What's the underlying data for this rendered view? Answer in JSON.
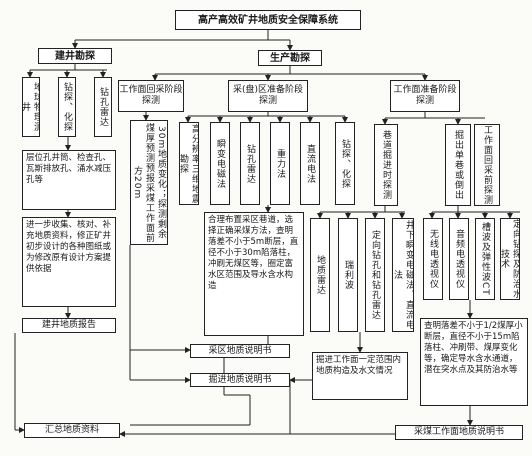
{
  "title": "高产高效矿井地质安全保障系统",
  "branches": {
    "construction": "建井勘探",
    "production": "生产勘探"
  },
  "construction_methods": [
    "地球物理测井",
    "钻探、化探",
    "钻孔雷达"
  ],
  "construction_note1": "层位孔井筒、检查孔、瓦斯排放孔、涌水减压孔等",
  "construction_note2": "进一步收集、核对、补充地质资料，修正矿井初步设计的各种图纸或为修改原有设计方案提供依据",
  "construction_report": "建井地质报告",
  "stages": {
    "workface_stage": "工作面回采阶段探测",
    "mining_area_stage": "采(盘)区准备阶段探测",
    "workface_prep_stage": "工作面准备阶段探测"
  },
  "workface_note": "30m地质变化；探测剩余煤厚预测预报采煤工作面前方20m",
  "mining_methods": [
    "高分辨率三维地震勘探",
    "瞬变电磁法",
    "钻孔雷达",
    "重力法",
    "直流电法",
    "钻探、化探"
  ],
  "mining_note": "合理布置采区巷道，选择正确采煤方法，查明落差不小于5m断层，直径不小于30m陷落柱，冲刷无煤区等，圈定富水区范围及导水含水构造",
  "roadway_method": "巷道掘进时探测",
  "roadway_sub": [
    "地质雷达",
    "瑞利波",
    "定向钻孔和钻孔雷达",
    "井下瞬变电磁法、直流电法"
  ],
  "workface_methods": [
    "掘出单巷或倒出",
    "工作面回采前探测"
  ],
  "workface_sub": [
    "无线电透视仪",
    "音频电透视仪",
    "槽波及弹性波CT",
    "定向钻探及防治水技术"
  ],
  "roadway_note": "掘进工作面一定范围内地质构造及水文情况",
  "workface_note2": "查明落差不小于1/2煤厚小断层，直径不小于15m陷落柱、冲刷带、煤厚变化等，确定导水含水通道，潜在突水点及其防治水等",
  "reports": {
    "mining_area_report": "采区地质说明书",
    "roadway_report": "掘进地质说明书",
    "summary": "汇总地质资料",
    "workface_report": "采煤工作面地质说明书"
  }
}
